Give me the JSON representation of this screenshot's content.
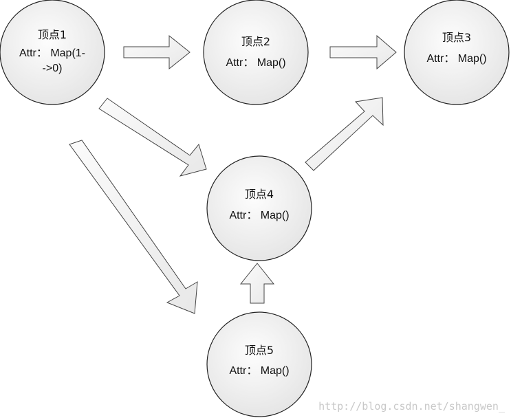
{
  "nodes": [
    {
      "id": "1",
      "title": "顶点1",
      "attr_lines": [
        "Attr： Map(1-",
        "->0)"
      ]
    },
    {
      "id": "2",
      "title": "顶点2",
      "attr_lines": [
        "Attr： Map()"
      ]
    },
    {
      "id": "3",
      "title": "顶点3",
      "attr_lines": [
        "Attr： Map()"
      ]
    },
    {
      "id": "4",
      "title": "顶点4",
      "attr_lines": [
        "Attr： Map()"
      ]
    },
    {
      "id": "5",
      "title": "顶点5",
      "attr_lines": [
        "Attr： Map()"
      ]
    }
  ],
  "edges": [
    {
      "from": "1",
      "to": "2"
    },
    {
      "from": "2",
      "to": "3"
    },
    {
      "from": "1",
      "to": "4"
    },
    {
      "from": "1",
      "to": "5"
    },
    {
      "from": "4",
      "to": "3"
    },
    {
      "from": "5",
      "to": "4"
    }
  ],
  "watermark": "http://blog.csdn.net/shangwen_",
  "colors": {
    "node_fill_light": "#fafafa",
    "node_fill_dark": "#e6e6e6",
    "arrow_fill": "#f2f2f2",
    "outline": "#222222"
  }
}
